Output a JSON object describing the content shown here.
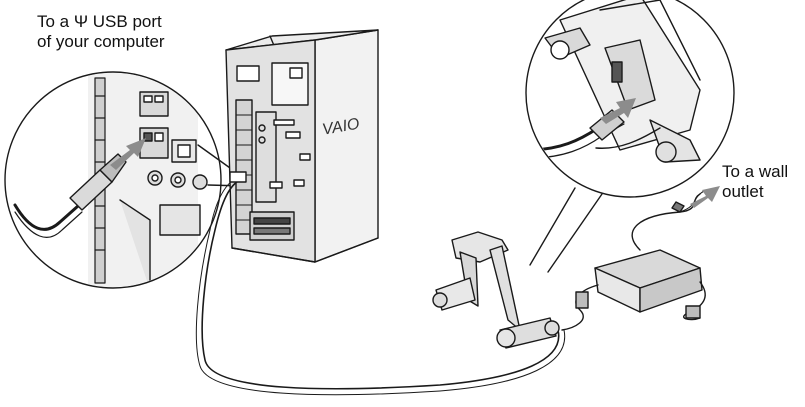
{
  "labels": {
    "usb_port_line1": "To a Ψ USB port",
    "usb_port_line2": "of your computer",
    "wall_outlet_line1": "To a wall",
    "wall_outlet_line2": "outlet"
  },
  "brand_logo": "VAIO",
  "colors": {
    "line": "#1a1a1a",
    "arrow": "#8c8c8c",
    "panel": "#e6e6e6",
    "shade": "#bdbdbd"
  }
}
